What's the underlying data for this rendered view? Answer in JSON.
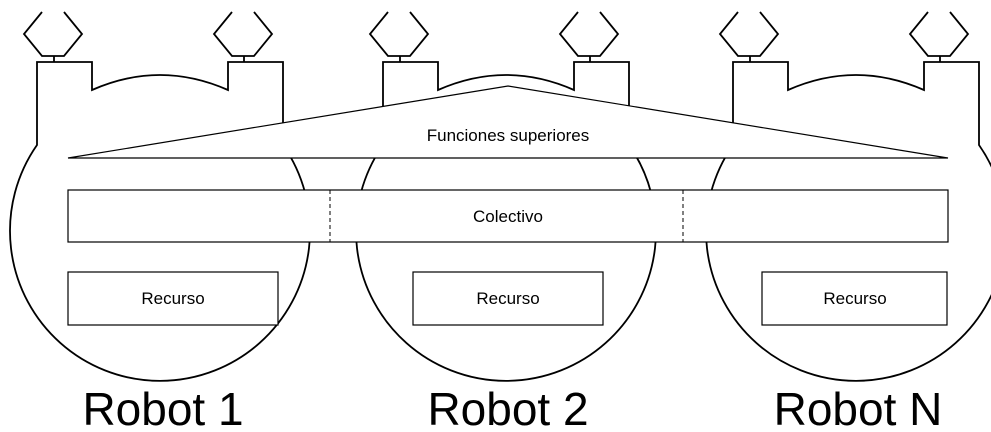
{
  "diagram": {
    "higher_functions_label": "Funciones superiores",
    "collective_label": "Colectivo",
    "robots": [
      {
        "name": "Robot 1",
        "resource_label": "Recurso"
      },
      {
        "name": "Robot 2",
        "resource_label": "Recurso"
      },
      {
        "name": "Robot N",
        "resource_label": "Recurso"
      }
    ]
  }
}
